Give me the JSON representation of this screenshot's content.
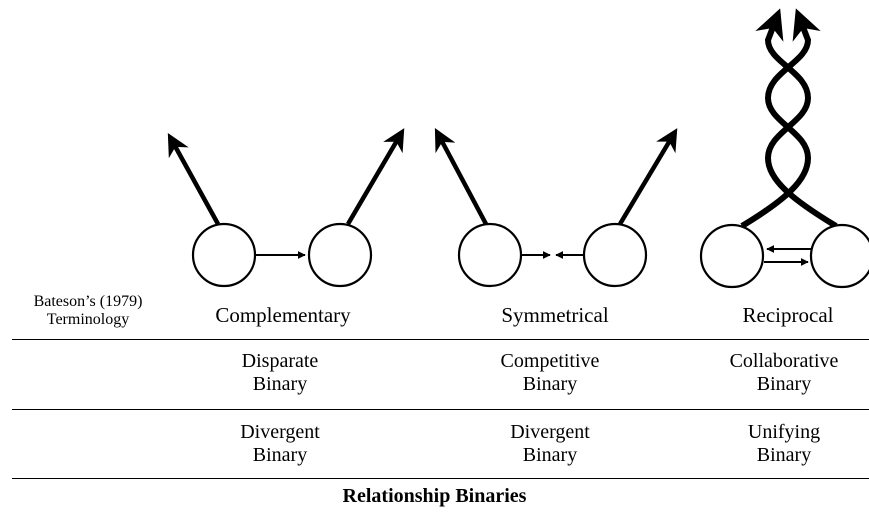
{
  "row_label": {
    "line1": "Bateson’s (1979)",
    "line2": "Terminology"
  },
  "columns": [
    {
      "term": "Complementary",
      "row2": [
        "Disparate",
        "Binary"
      ],
      "row3": [
        "Divergent",
        "Binary"
      ]
    },
    {
      "term": "Symmetrical",
      "row2": [
        "Competitive",
        "Binary"
      ],
      "row3": [
        "Divergent",
        "Binary"
      ]
    },
    {
      "term": "Reciprocal",
      "row2": [
        "Collaborative",
        "Binary"
      ],
      "row3": [
        "Unifying",
        "Binary"
      ]
    }
  ],
  "caption": "Relationship Binaries"
}
